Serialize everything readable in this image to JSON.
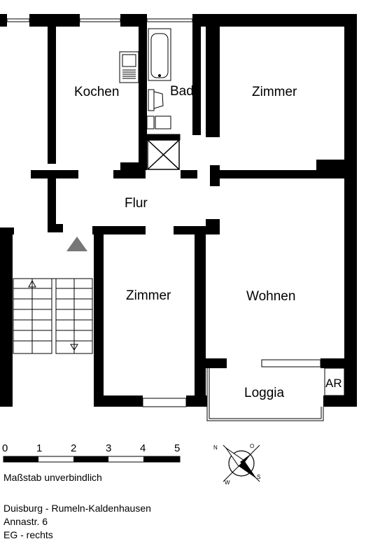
{
  "rooms": {
    "kochen": "Kochen",
    "bad": "Bad",
    "zimmer_top": "Zimmer",
    "flur": "Flur",
    "zimmer_mid": "Zimmer",
    "wohnen": "Wohnen",
    "loggia": "Loggia",
    "ar": "AR"
  },
  "scale": {
    "ticks": [
      "0",
      "1",
      "2",
      "3",
      "4",
      "5"
    ],
    "note": "Maßstab unverbindlich"
  },
  "compass": {
    "n": "N",
    "o": "O",
    "s": "S",
    "w": "W"
  },
  "address": {
    "line1": "Duisburg - Rumeln-Kaldenhausen",
    "line2": "Annastr. 6",
    "line3": "EG - rechts"
  },
  "colors": {
    "wall": "#000000",
    "background": "#ffffff",
    "entrance_marker": "#777777"
  }
}
